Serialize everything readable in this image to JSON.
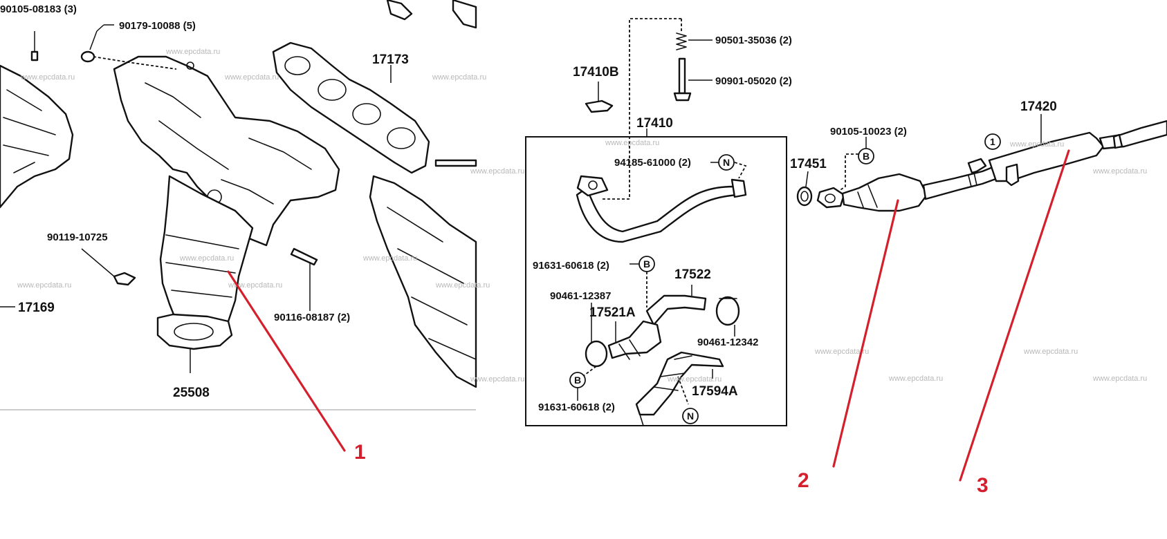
{
  "labels": {
    "p1": "90105-08183 (3)",
    "p2": "90179-10088 (5)",
    "p3": "17173",
    "p4": "90119-10725",
    "p5": "17169",
    "p6": "90116-08187 (2)",
    "p7": "25508",
    "p8": "90501-35036 (2)",
    "p9": "90901-05020 (2)",
    "p10": "17410B",
    "p11": "17410",
    "p12": "94185-61000 (2)",
    "p13": "91631-60618 (2)",
    "p14": "17522",
    "p15": "90461-12387",
    "p16": "17521A",
    "p17": "90461-12342",
    "p18": "17594A",
    "p19": "91631-60618 (2)",
    "p20": "17420",
    "p21": "90105-10023 (2)",
    "p22": "17451"
  },
  "circle_marks": {
    "n1": "N",
    "b1": "B",
    "b2": "B",
    "n2": "N",
    "b3": "B",
    "one": "1"
  },
  "watermark": "www.epcdata.ru",
  "callouts": [
    "1",
    "2",
    "3"
  ],
  "colors": {
    "callout": "#d4202c",
    "ink": "#111111",
    "watermark": "#b8b8b8"
  }
}
